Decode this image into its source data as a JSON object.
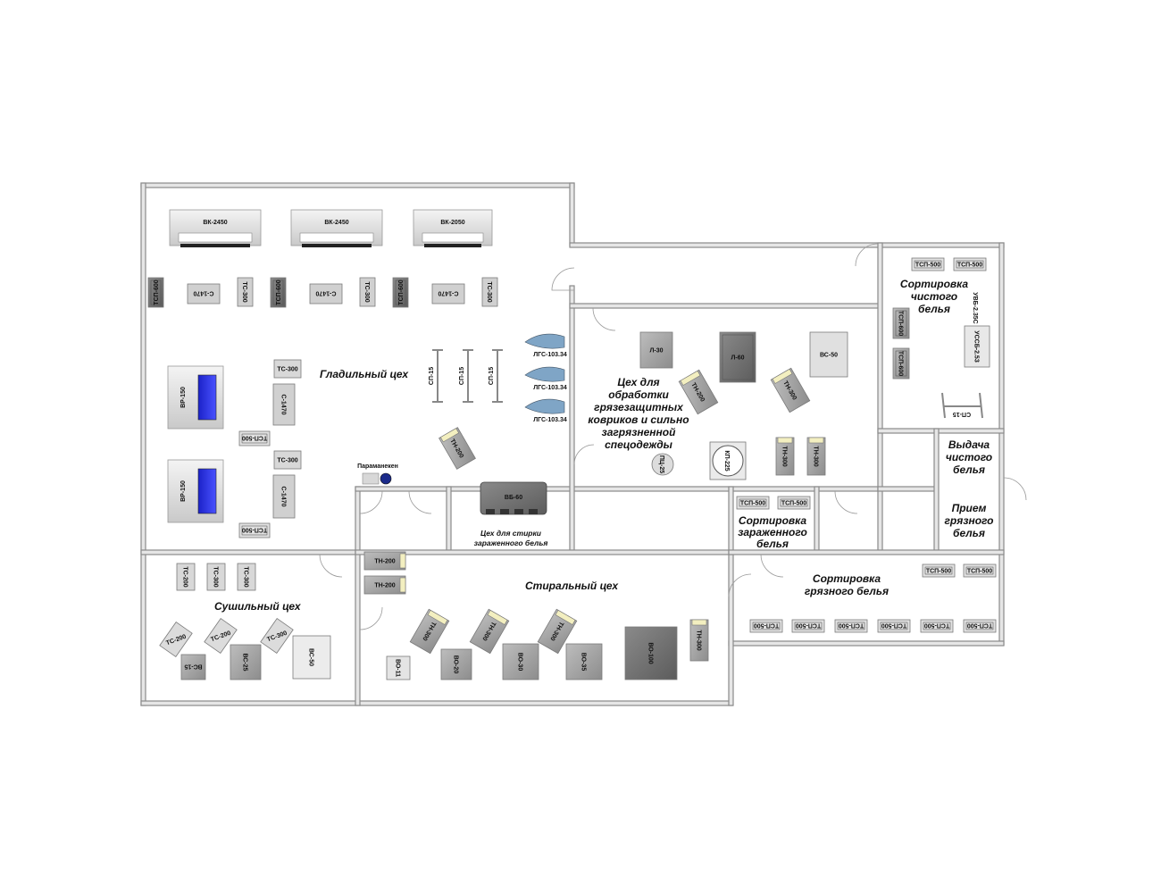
{
  "rooms": {
    "ironing": "Гладильный цех",
    "drying": "Сушильный цех",
    "washing": "Стиральный цех",
    "mats": [
      "Цех для",
      "обработки",
      "грязезащитных",
      "ковриков и сильно",
      "загрязненной",
      "спецодежды"
    ],
    "infected_wash": [
      "Цех для стирки",
      "зараженного белья"
    ],
    "sort_clean": [
      "Сортировка",
      "чистого",
      "белья"
    ],
    "issue_clean": [
      "Выдача",
      "чистого",
      "белья"
    ],
    "receive_dirty": [
      "Прием",
      "грязного",
      "белья"
    ],
    "sort_infected": [
      "Сортировка",
      "зараженного",
      "белья"
    ],
    "sort_dirty": [
      "Сортировка",
      "грязного белья"
    ]
  },
  "equipment": {
    "vk": [
      "ВК-2450",
      "ВК-2450",
      "ВК-2050"
    ],
    "tsp600": "ТСП-600",
    "s1470": "С-1470",
    "ts300": "ТС-300",
    "ts200": "ТС-200",
    "vr150": "ВР-150",
    "tsp500": "ТСП-500",
    "sp15": "СП-15",
    "lgs": "ЛГС-103.34",
    "th200": "ТН-200",
    "th300": "ТН-300",
    "paromaneken": "Параманекен",
    "vb60": "ВБ-60",
    "l30": "Л-30",
    "l60": "Л-60",
    "vs50": "ВС-50",
    "pts25": "ПЦ-25",
    "kp225": "КП-225",
    "uvb": "УВБ-2.35С",
    "ussb": "УССБ-2.53",
    "vs15": "ВС-15",
    "vs25": "ВС-25",
    "vo11": "ВО-11",
    "vo20": "ВО-20",
    "vo30": "ВО-30",
    "vo35": "ВО-35",
    "vo100": "ВО-100"
  },
  "colors": {
    "wall": "#e6e6e6",
    "machine_light": "#d8d8d8",
    "machine_mid": "#9a9a9a",
    "machine_dark": "#6e6e6e",
    "panel_blue": "#2a32e0"
  }
}
